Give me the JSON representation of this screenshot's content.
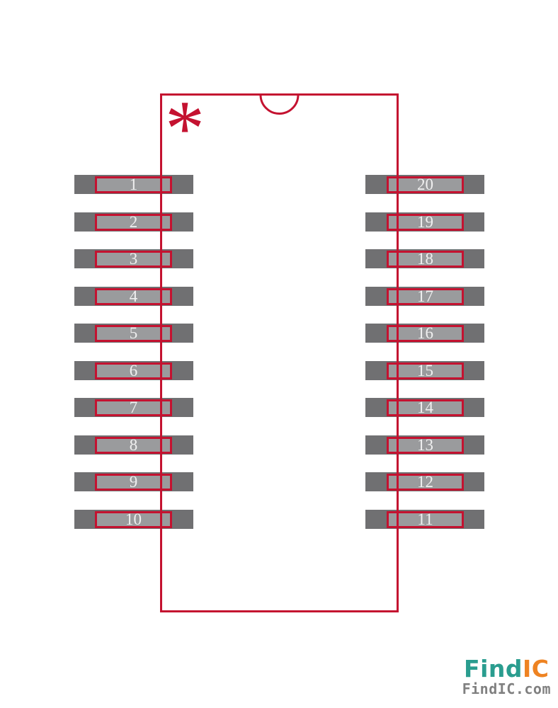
{
  "figure": {
    "description": "20-pin IC package footprint diagram",
    "pin1_marker": "*",
    "pins": {
      "left": [
        "1",
        "2",
        "3",
        "4",
        "5",
        "6",
        "7",
        "8",
        "9",
        "10"
      ],
      "right": [
        "20",
        "19",
        "18",
        "17",
        "16",
        "15",
        "14",
        "13",
        "12",
        "11"
      ]
    },
    "colors": {
      "outline_red": "#C41230",
      "pad_dark_gray": "#707072",
      "pad_inner_gray": "#9A9B9D",
      "pin_number_text": "#F0F0F0",
      "background": "#FFFFFF"
    }
  },
  "branding": {
    "logo": {
      "part1": "Find",
      "part2": "IC"
    },
    "website": "FindIC.com",
    "colors": {
      "teal": "#2A9D8F",
      "orange": "#EE8322",
      "website_gray": "#808080"
    }
  }
}
